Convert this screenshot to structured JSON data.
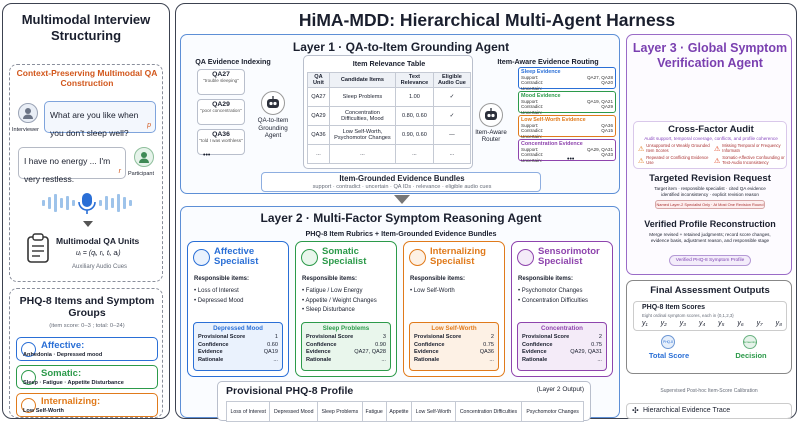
{
  "left": {
    "title": "Multimodal Interview Structuring",
    "qa_section": {
      "title": "Context-Preserving Multimodal QA Construction",
      "question": "What are you like when you don't sleep well?",
      "question_tag": "p",
      "interviewer": "Interviewer",
      "answer": "I have no energy ... I'm very restless.",
      "answer_tag": "r",
      "participant": "Participant",
      "units_title": "Multimodal QA Units",
      "units_formula": "uᵢ = (qᵢ, rᵢ, tᵢ, aᵢ)",
      "units_sub": "Auxiliary Audio Cues"
    },
    "phq": {
      "title": "PHQ-8 Items and Symptom Groups",
      "sub": "(item score: 0–3 ; total: 0–24)",
      "groups": [
        {
          "name": "Affective:",
          "items": "Anhedonia · Depressed mood",
          "color": "#2a6fd6"
        },
        {
          "name": "Somatic:",
          "items": "Sleep · Fatigue · Appetite Disturbance",
          "color": "#2c9a4a"
        },
        {
          "name": "Internalizing:",
          "items": "Low Self-Worth",
          "color": "#e07a1b"
        }
      ]
    }
  },
  "main_title": "HiMA-MDD: Hierarchical Multi-Agent Harness",
  "layer1": {
    "title": "Layer 1 · QA-to-Item Grounding Agent",
    "indexing_title": "QA Evidence Indexing",
    "qa_cards": [
      {
        "id": "QA27",
        "text": "\"trouble sleeping\""
      },
      {
        "id": "QA29",
        "text": "\"poor concentration\""
      },
      {
        "id": "QA36",
        "text": "\"told I was worthless\""
      }
    ],
    "more": "•••",
    "grounding_agent": "QA-to-Item Grounding Agent",
    "relevance_title": "Item Relevance Table",
    "table_headers": [
      "QA Unit",
      "Candidate Items",
      "Text Relevance",
      "Eligible Audio Cue"
    ],
    "table_rows": [
      [
        "QA27",
        "Sleep Problems",
        "1.00",
        "✓"
      ],
      [
        "QA29",
        "Concentration Difficulties, Mood",
        "0.80, 0.60",
        "✓"
      ],
      [
        "QA36",
        "Low Self-Worth, Psychomotor Changes",
        "0.90, 0.60",
        "—"
      ],
      [
        "...",
        "...",
        "...",
        "..."
      ]
    ],
    "routing_title": "Item-Aware Evidence Routing",
    "router": "Item-Aware Router",
    "evidence": [
      {
        "title": "Sleep Evidence",
        "qa": "QA27, QA28",
        "qa2": "QA20",
        "color": "#2a6fd6"
      },
      {
        "title": "Mood Evidence",
        "qa": "QA19, QA21",
        "qa2": "QA29",
        "color": "#2c9a4a"
      },
      {
        "title": "Low Self-Worth Evidence",
        "qa": "QA36",
        "qa2": "QA15",
        "color": "#e07a1b"
      },
      {
        "title": "Concentration Evidence",
        "qa": "QA29, QA31",
        "qa2": "QA33",
        "color": "#8e44ad"
      }
    ],
    "ev_labels": [
      "Support:",
      "Contradict:",
      "Uncertain:"
    ],
    "bundles_title": "Item-Grounded Evidence Bundles",
    "bundles_sub": "support · contradict · uncertain · QA IDs · relevance · eligible audio cues"
  },
  "layer2": {
    "title": "Layer 2 · Multi-Factor Symptom Reasoning Agent",
    "rubric": "PHQ-8 Item Rubrics + Item-Grounded Evidence Bundles",
    "responsible": "Responsible items:",
    "specialists": [
      {
        "name": "Affective Specialist",
        "color": "#2a6fd6",
        "bg": "#eaf2fd",
        "items": [
          "Loss of Interest",
          "Depressed Mood"
        ],
        "focus": "Depressed Mood",
        "score": "1",
        "conf": "0.60",
        "evid": "QA19",
        "rat": "..."
      },
      {
        "name": "Somatic Specialist",
        "color": "#2c9a4a",
        "bg": "#e9f6ec",
        "items": [
          "Fatigue / Low Energy",
          "Appetite / Weight Changes",
          "Sleep Disturbance"
        ],
        "focus": "Sleep Problems",
        "score": "3",
        "conf": "0.90",
        "evid": "QA27, QA28",
        "rat": "..."
      },
      {
        "name": "Internalizing Specialist",
        "color": "#e07a1b",
        "bg": "#fdf1e5",
        "items": [
          "Low Self-Worth"
        ],
        "focus": "Low Self-Worth",
        "score": "2",
        "conf": "0.75",
        "evid": "QA36",
        "rat": "..."
      },
      {
        "name": "Sensorimotor Specialist",
        "color": "#8e44ad",
        "bg": "#f4ebf8",
        "items": [
          "Psychomotor Changes",
          "Concentration Difficulties"
        ],
        "focus": "Concentration",
        "score": "2",
        "conf": "0.75",
        "evid": "QA29, QA31",
        "rat": "..."
      }
    ],
    "row_labels": [
      "Provisional Score",
      "Confidence",
      "Evidence",
      "Rationale"
    ],
    "profile_title": "Provisional PHQ-8 Profile",
    "profile_tag": "(Layer 2 Output)",
    "profile_cols": [
      "Loss of Interest",
      "Depressed Mood",
      "Sleep Problems",
      "Fatigue",
      "Appetite",
      "Low Self-Worth",
      "Concentration Difficulties",
      "Psychomotor Changes"
    ]
  },
  "layer3": {
    "title": "Layer 3 · Global Symptom Verification Agent",
    "audit_title": "Cross-Factor Audit",
    "audit_sub": "Audit support, temporal coverage, conflicts, and profile coherence",
    "audit_items": [
      "Unsupported or Weakly Grounded Item Scores",
      "Missing Temporal or Frequency Informatn",
      "Repeated or Conflicting Evidence Use",
      "Somatic-Affective Confounding or Text-Audio Inconsistency"
    ],
    "revision_title": "Targeted Revision Request",
    "revision_sub1": "Target item · responsible specialist · cited QA evidence",
    "revision_sub2": "identified inconsistency · explicit revision reason",
    "revision_badge": "Named Layer-2 Specialist Only · At Most One Revision Round",
    "recon_title": "Verified Profile Reconstruction",
    "recon_sub1": "Merge revised + retained judgments; record score changes,",
    "recon_sub2": "evidence basis, adjustment reason, and responsible stage",
    "recon_badge": "Verified PHQ-8 Symptom Profile",
    "final_title": "Final Assessment Outputs",
    "scores_title": "PHQ-8 Item Scores",
    "scores_sub": "Eight ordinal symptom scores, each in {0,1,2,3}",
    "ys": [
      "y₁",
      "y₂",
      "y₃",
      "y₄",
      "y₅",
      "y₆",
      "y₇",
      "y₈"
    ],
    "total_small": "PHQ-8",
    "total": "Total Score",
    "decision_small": "Screening",
    "decision": "Decision",
    "calib": "Supervised Post-hoc Item-Score Calibration",
    "trace": "Hierarchical Evidence Trace"
  }
}
